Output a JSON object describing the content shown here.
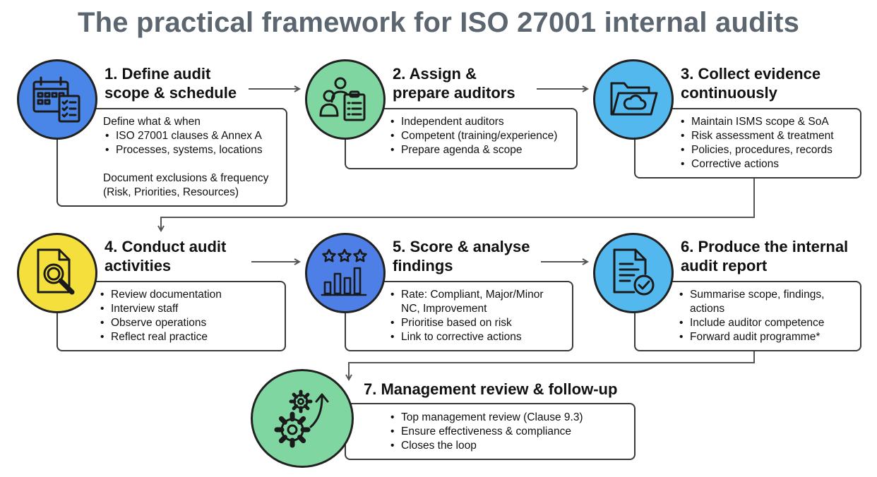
{
  "title": "The practical framework for ISO 27001 internal audits",
  "colors": {
    "blue": "#4a86e8",
    "green": "#7fd6a0",
    "light_blue": "#52b8ee",
    "yellow": "#f4df3c",
    "mid_blue": "#4d7fe6",
    "border": "#3a3a3a",
    "connector": "#555555"
  },
  "steps": [
    {
      "heading_1": "1. Define audit",
      "heading_2": "scope & schedule",
      "icon": "calendar-checklist-icon",
      "intro": "Define what & when",
      "items": [
        "ISO 27001 clauses & Annex A",
        "Processes, systems, locations"
      ],
      "note_1": "Document exclusions & frequency",
      "note_2": "(Risk, Priorities, Resources)"
    },
    {
      "heading_1": "2. Assign &",
      "heading_2": "prepare auditors",
      "icon": "auditor-clipboard-icon",
      "items": [
        "Independent auditors",
        "Competent (training/experience)",
        "Prepare agenda & scope"
      ]
    },
    {
      "heading_1": "3. Collect evidence",
      "heading_2": "continuously",
      "icon": "cloud-folder-icon",
      "items": [
        "Maintain ISMS scope & SoA",
        "Risk assessment & treatment",
        "Policies, procedures, records",
        "Corrective actions"
      ]
    },
    {
      "heading_1": "4. Conduct audit",
      "heading_2": "activities",
      "icon": "document-magnifier-icon",
      "items": [
        "Review documentation",
        "Interview staff",
        "Observe operations",
        "Reflect real practice"
      ]
    },
    {
      "heading_1": "5. Score & analyse",
      "heading_2": "findings",
      "icon": "stars-bar-chart-icon",
      "items": [
        "Rate: Compliant, Major/Minor",
        "NC, Improvement",
        "Prioritise based on risk",
        "Link to corrective actions"
      ]
    },
    {
      "heading_1": "6. Produce the internal",
      "heading_2": "audit report",
      "icon": "report-check-icon",
      "items": [
        "Summarise scope, findings,",
        "actions",
        "Include auditor competence",
        "Forward audit programme*"
      ]
    },
    {
      "heading_1": "7. Management review & follow-up",
      "icon": "gears-arrow-icon",
      "items": [
        "Top management review (Clause 9.3)",
        "Ensure effectiveness & compliance",
        "Closes the loop"
      ]
    }
  ]
}
